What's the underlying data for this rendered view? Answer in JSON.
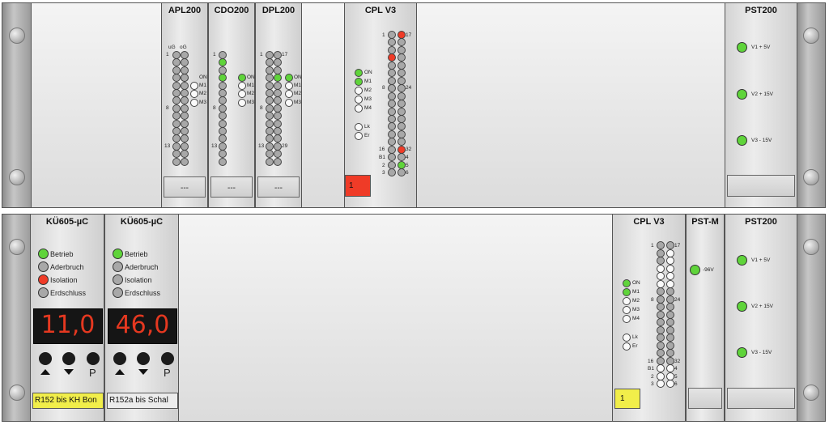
{
  "colors": {
    "green_led": "#5fd43a",
    "red_led": "#ef3b27",
    "grey_led": "#a8a8a8",
    "white_led": "#fafafa",
    "yellow_label": "#f1ee4a",
    "display_red": "#e53820"
  },
  "top_rack": {
    "apl200": {
      "title": "APL200",
      "col_labels": [
        "uG",
        "oG"
      ],
      "row_labels": {
        "r1": "1",
        "r8": "8",
        "r13": "13"
      },
      "status_labels": [
        "ON",
        "M1",
        "M2",
        "M3"
      ],
      "footer": "---"
    },
    "cdo200": {
      "title": "CDO200",
      "row_labels": {
        "r1": "1",
        "r8": "8",
        "r13": "13"
      },
      "status_labels": [
        "ON",
        "M1",
        "M2",
        "M3"
      ],
      "footer": "---"
    },
    "dpl200": {
      "title": "DPL200",
      "row_labels": {
        "r1": "1",
        "r8": "8",
        "r13": "13",
        "c17": "17",
        "c29": "29"
      },
      "status_labels": [
        "ON",
        "M1",
        "M2",
        "M3"
      ],
      "footer": "---"
    },
    "cpl": {
      "title": "CPL V3",
      "status_labels": [
        "ON",
        "M1",
        "M2",
        "M3",
        "M4",
        "Lk",
        "Er"
      ],
      "left_labels": {
        "r1": "1",
        "r8": "8",
        "r16": "16",
        "b1": "B1",
        "r2": "2",
        "r3": "3"
      },
      "right_labels": {
        "r17": "17",
        "r24": "24",
        "r32": "32",
        "r4": "4",
        "r5": "5",
        "r6": "6"
      },
      "counter": "1"
    },
    "pst200": {
      "title": "PST200",
      "voltages": [
        "V1 + 5V",
        "V2 + 15V",
        "V3 - 15V"
      ]
    }
  },
  "bottom_rack": {
    "ku1": {
      "title": "KÜ605-µC",
      "statuses": [
        "Betrieb",
        "Aderbruch",
        "Isolation",
        "Erdschluss"
      ],
      "value": "11,0",
      "btn_p": "P",
      "label": "R152 bis KH Bon"
    },
    "ku2": {
      "title": "KÜ605-µC",
      "statuses": [
        "Betrieb",
        "Aderbruch",
        "Isolation",
        "Erdschluss"
      ],
      "value": "46,0",
      "btn_p": "P",
      "label": "R152a bis Schal"
    },
    "cpl": {
      "title": "CPL V3",
      "status_labels": [
        "ON",
        "M1",
        "M2",
        "M3",
        "M4",
        "Lk",
        "Er"
      ],
      "left_labels": {
        "r1": "1",
        "r8": "8",
        "r16": "16",
        "b1": "B1",
        "r2": "2",
        "r3": "3"
      },
      "right_labels": {
        "r17": "17",
        "r24": "24",
        "r32": "32",
        "r4": "4",
        "r5": "5",
        "r6": "6"
      },
      "counter": "1"
    },
    "pstm": {
      "title": "PST-M",
      "voltage": "-96V"
    },
    "pst200": {
      "title": "PST200",
      "voltages": [
        "V1 + 5V",
        "V2 + 15V",
        "V3 - 15V"
      ]
    }
  }
}
